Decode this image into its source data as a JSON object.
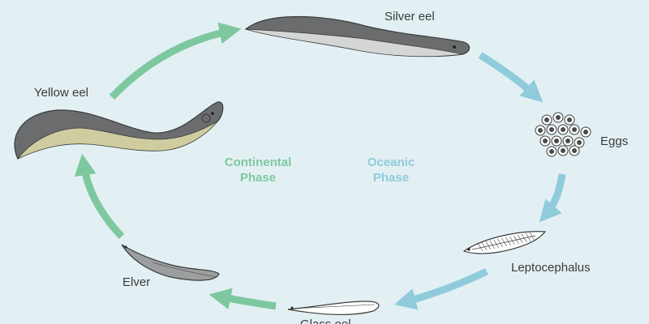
{
  "colors": {
    "background": "#e3f0f3",
    "continental": "#7ec8a0",
    "oceanic": "#8fcbdb",
    "label_text": "#3a3a3a",
    "eel_dark": "#6a6c6e",
    "eel_mid": "#9c9ea0",
    "yellow_belly": "#cfcd9f",
    "silver_belly": "#d4d5d5",
    "larva_fill": "#ffffff",
    "outline": "#3c3c3c"
  },
  "stages": {
    "silver_eel": "Silver eel",
    "eggs": "Eggs",
    "leptocephalus": "Leptocephalus",
    "glass_eel": "Glass eel",
    "elver": "Elver",
    "yellow_eel": "Yellow eel"
  },
  "phases": {
    "continental": {
      "line1": "Continental",
      "line2": "Phase"
    },
    "oceanic": {
      "line1": "Oceanic",
      "line2": "Phase"
    }
  },
  "icons": {
    "silver_eel": "silver-eel-icon",
    "yellow_eel": "yellow-eel-icon",
    "eggs": "eggs-icon",
    "leptocephalus": "leptocephalus-icon",
    "glass_eel": "glass-eel-icon",
    "elver": "elver-icon"
  }
}
